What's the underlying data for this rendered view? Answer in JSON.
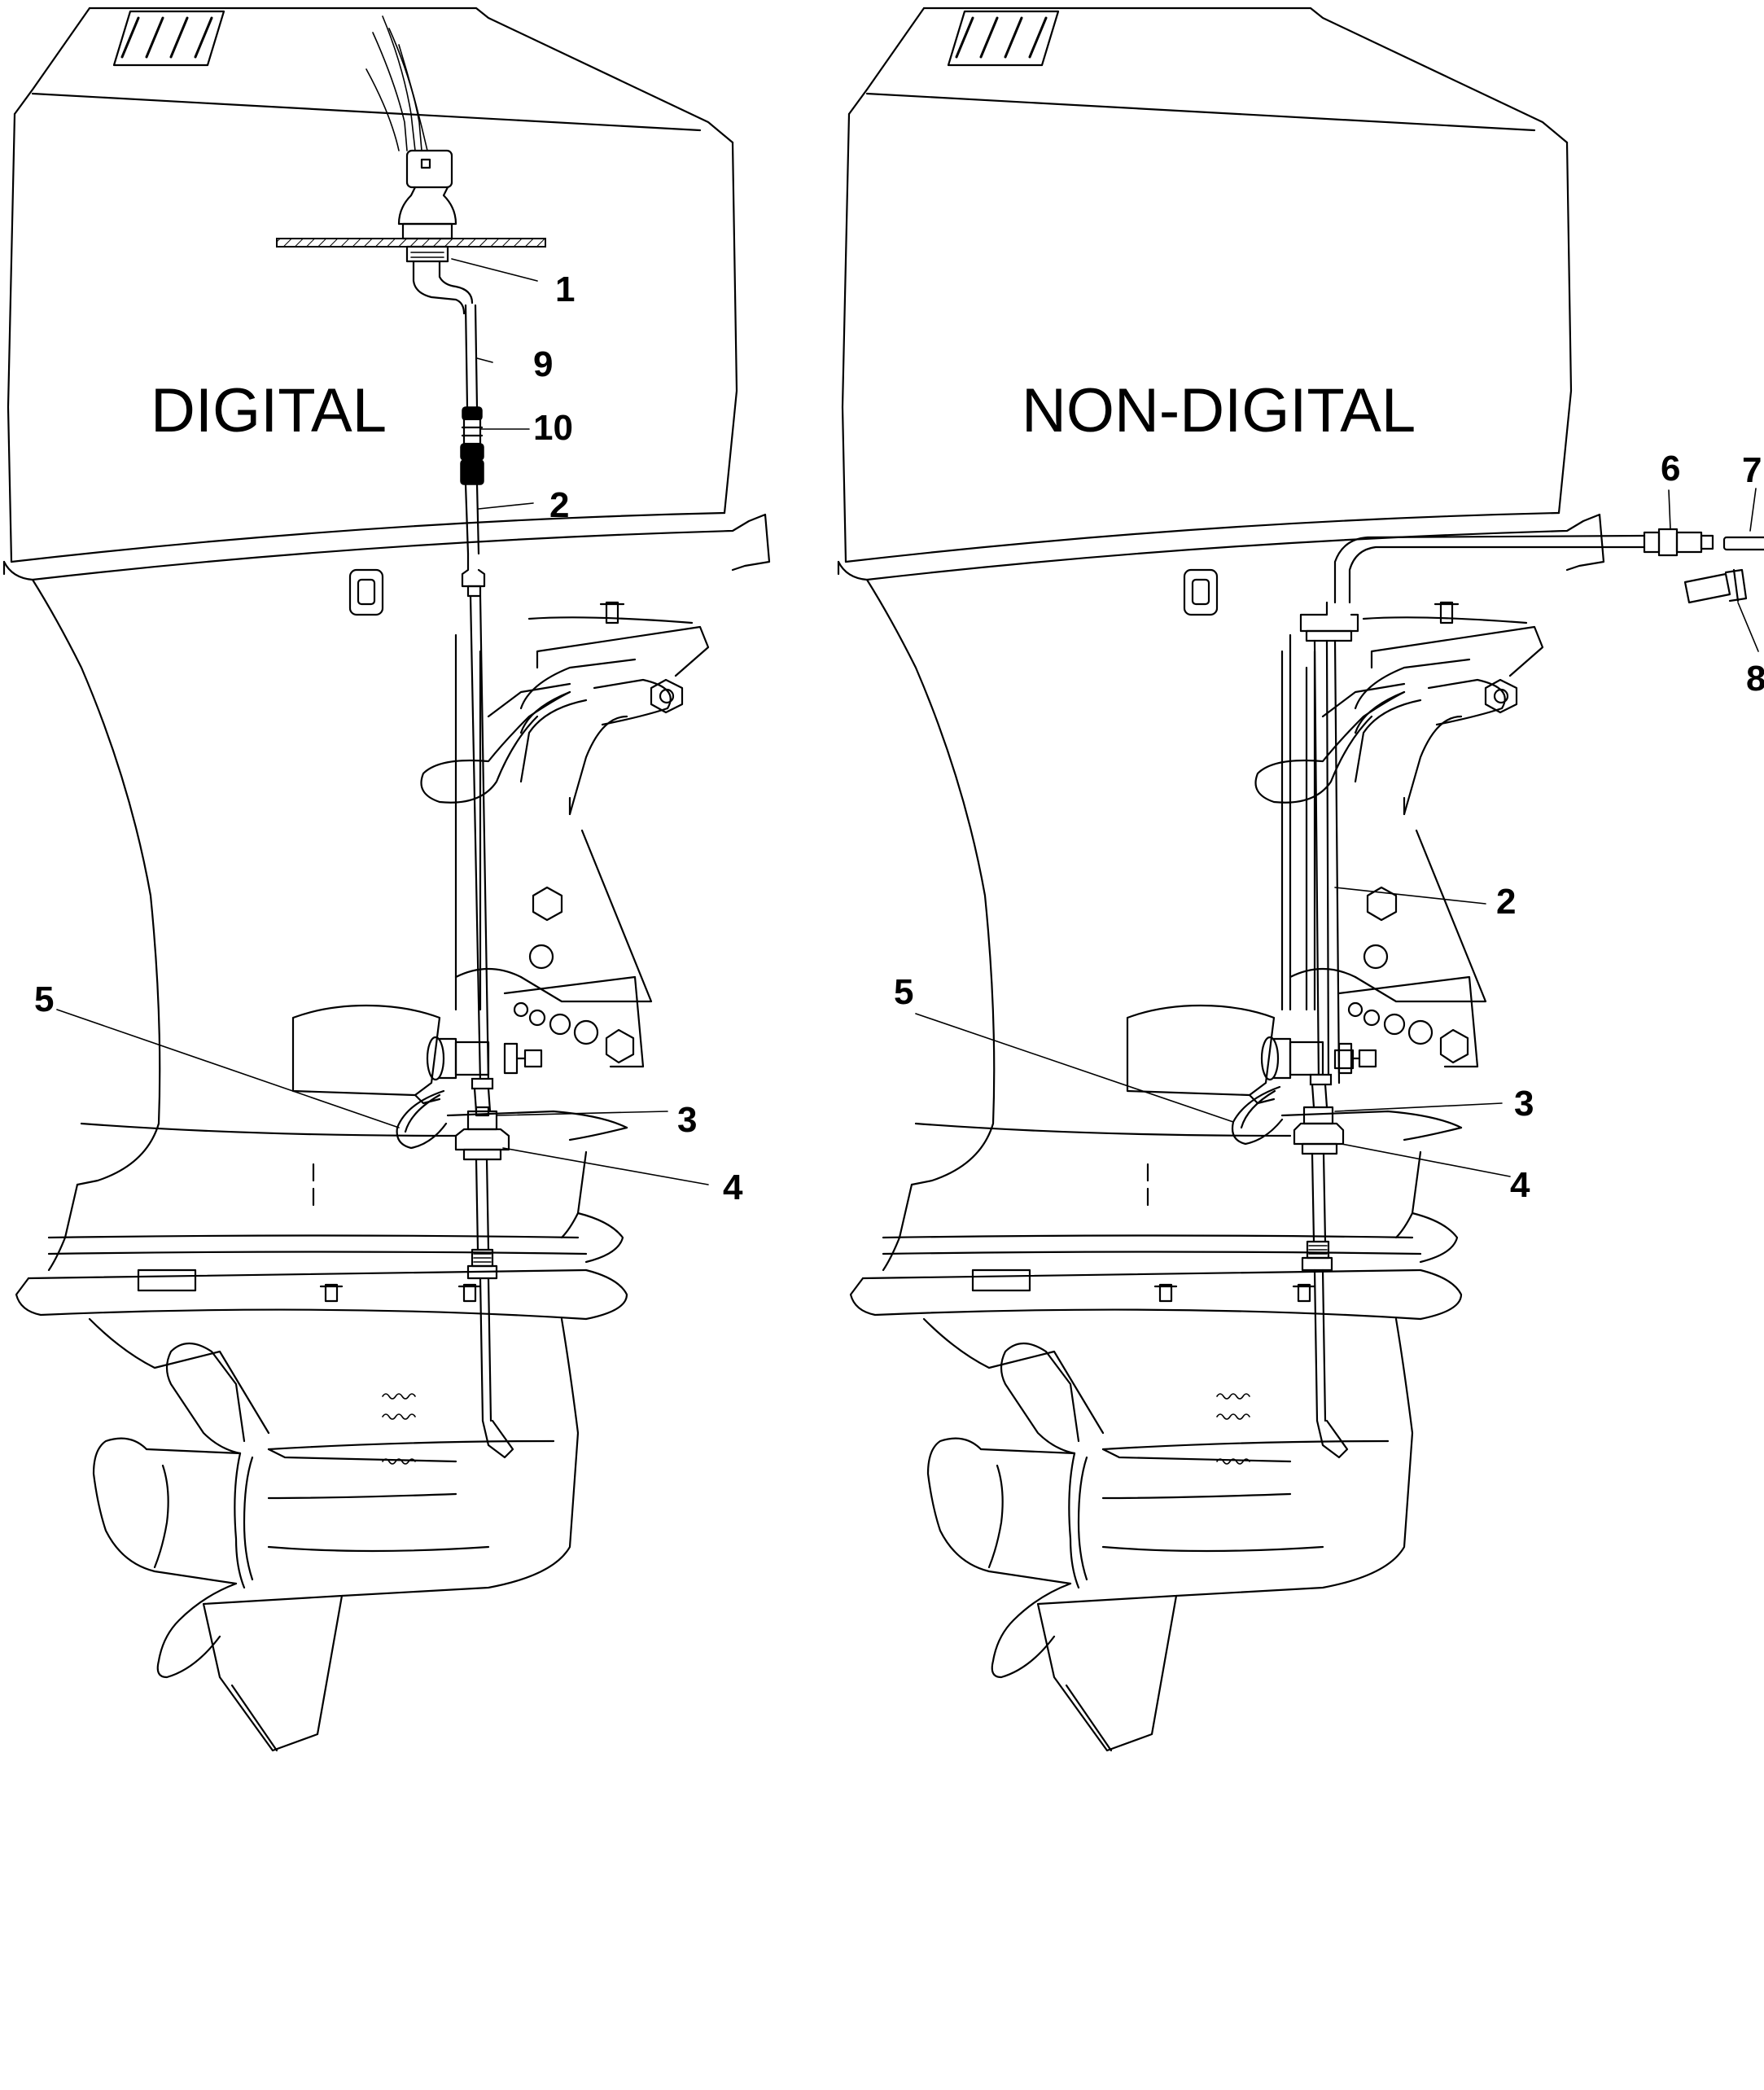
{
  "panels": [
    {
      "title": "DIGITAL",
      "callouts": [
        "1",
        "9",
        "10",
        "2",
        "5",
        "3",
        "4"
      ]
    },
    {
      "title": "NON-DIGITAL",
      "callouts": [
        "6",
        "7",
        "8",
        "2",
        "5",
        "3",
        "4"
      ]
    }
  ]
}
